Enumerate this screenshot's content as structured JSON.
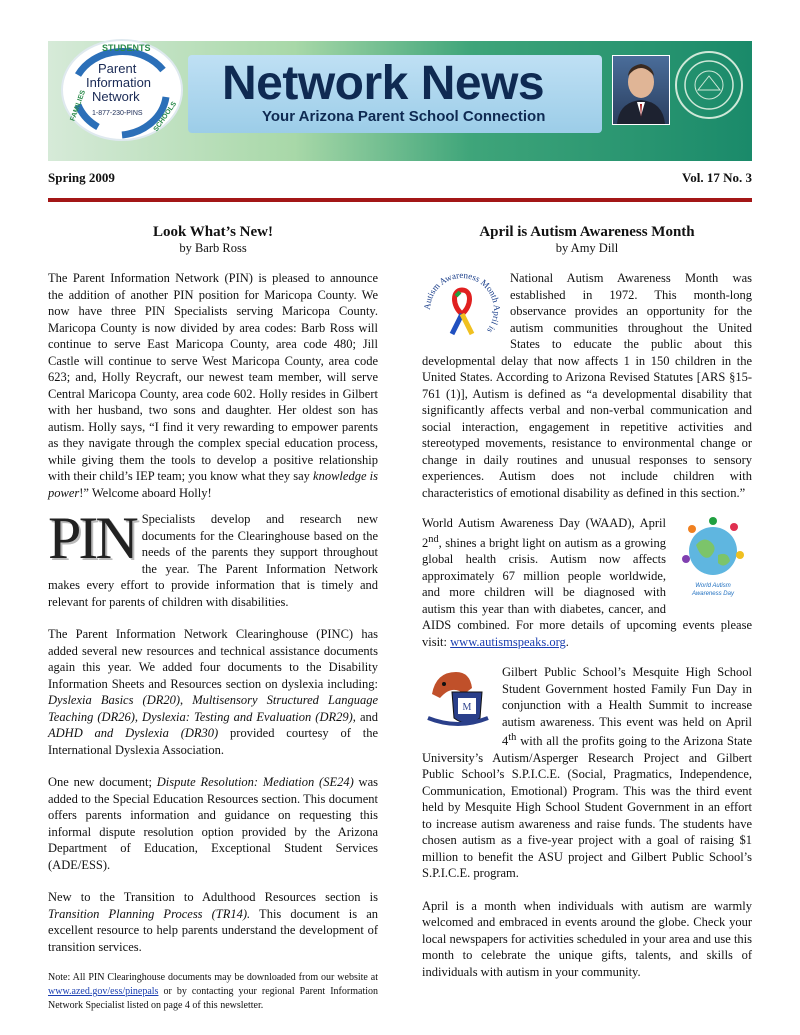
{
  "header": {
    "logo": {
      "ring_top": "STUDENTS",
      "ring_left": "FAMILIES",
      "ring_right": "SCHOOLS",
      "line1": "Parent",
      "line2": "Information",
      "line3": "Network",
      "phone": "1-877-230-PINS"
    },
    "title": "Network News",
    "subtitle": "Your Arizona Parent School Connection",
    "season": "Spring 2009",
    "volume": "Vol. 17 No. 3"
  },
  "left_article": {
    "title": "Look What’s New!",
    "byline": "by Barb Ross",
    "p1": "The Parent Information Network (PIN) is pleased to announce the addition of another PIN position for Maricopa County. We now have three PIN Specialists serving Maricopa County. Maricopa County is now divided by area codes: Barb Ross will continue to serve East Maricopa County, area code 480; Jill Castle will continue to serve West Maricopa County, area code 623; and, Holly Reycraft, our newest team member, will serve Central Maricopa County, area code 602. Holly resides in Gilbert with her husband, two sons and daughter. Her oldest son has autism. Holly says, “I find it very rewarding to empower parents as they navigate through the complex special education process, while giving them the tools to develop a positive relationship with their child’s IEP team; you know what they say ",
    "p1_italic": "knowledge is power",
    "p1_end": "!” Welcome aboard Holly!",
    "dropcap": "PIN",
    "p2": "Specialists develop and research new documents for the Clearinghouse based on the needs of the parents they support throughout the year. The Parent Information Network makes every effort to provide information that is timely and relevant for parents of children with disabilities.",
    "p3_a": "The Parent Information Network Clearinghouse (PINC) has added several new resources and technical assistance documents again this year. We added four documents to the Disability Information Sheets and Resources section on dyslexia including: ",
    "p3_i1": "Dyslexia Basics (DR20)",
    "p3_b": ", ",
    "p3_i2": "Multisensory Structured Language Teaching (DR26)",
    "p3_c": ", ",
    "p3_i3": "Dyslexia: Testing and Evaluation (DR29)",
    "p3_d": ", and ",
    "p3_i4": "ADHD and Dyslexia (DR30)",
    "p3_e": " provided courtesy of the International Dyslexia Association.",
    "p4_a": "One new document; ",
    "p4_i": "Dispute Resolution: Mediation (SE24)",
    "p4_b": " was added to the Special Education Resources section. This document offers parents information and guidance on requesting this informal dispute resolution option provided by the Arizona Department of Education, Exceptional Student Services (ADE/ESS).",
    "p5_a": "New to the Transition to Adulthood Resources section is ",
    "p5_i": "Transition Planning Process (TR14).",
    "p5_b": " This document is an excellent resource to help parents understand the development of transition services.",
    "note_a": "Note: All PIN Clearinghouse documents may be downloaded from our website at ",
    "note_link": "www.azed.gov/ess/pinepals",
    "note_b": " or by contacting your regional Parent Information Network Specialist listed on page 4 of this newsletter."
  },
  "right_article": {
    "title": "April is Autism Awareness Month",
    "byline": "by Amy Dill",
    "badge_text": "Autism Awareness Month April is",
    "p1": "National Autism Awareness Month was established in 1972. This month-long observance provides an opportunity for the autism communities throughout the United States to educate the public about this developmental delay that now affects 1 in 150 children in the United States. According to Arizona Revised Statutes [ARS §15-761 (1)], Autism is defined as “a developmental disability that significantly affects verbal and non-verbal communication and social interaction, engagement in repetitive activities and stereotyped movements, resistance to environmental change or change in daily routines and unusual responses to sensory experiences. Autism does not include children with characteristics of emotional disability as defined in this section.”",
    "p2_a": "World Autism Awareness Day (WAAD), April 2",
    "p2_sup": "nd",
    "p2_b": ", shines a bright light on autism as a growing global health crisis. Autism now affects approximately 67 million people worldwide, and more children will be diagnosed with autism this year than with diabetes, cancer, and AIDS combined. For more details of upcoming events please visit: ",
    "p2_link": "www.autismspeaks.org",
    "p2_end": ".",
    "waad_caption": "World Autism Awareness Day",
    "p3_a": "Gilbert Public School’s Mesquite High School Student Government hosted Family Fun Day in conjunction with a Health Summit to increase autism awareness. This event was held on April 4",
    "p3_sup": "th",
    "p3_b": " with all the profits going to the Arizona State University’s Autism/Asperger Research Project and Gilbert Public School’s S.P.I.C.E. (Social, Pragmatics, Independence, Communication, Emotional) Program. This was the third event held by Mesquite High School Student Government in an effort to increase autism awareness and raise funds. The students have chosen autism as a five-year project with a goal of raising $1 million to benefit the ASU project and Gilbert Public School’s S.P.I.C.E. program.",
    "p4": "April is a month when individuals with autism are warmly welcomed and embraced in events around the globe. Check your local newspapers for activities scheduled in your area and use this month to celebrate the unique gifts, talents, and skills of individuals with autism in your community."
  },
  "colors": {
    "rule": "#a31616",
    "title_navy": "#0f2a52",
    "link": "#1a3eb0"
  }
}
